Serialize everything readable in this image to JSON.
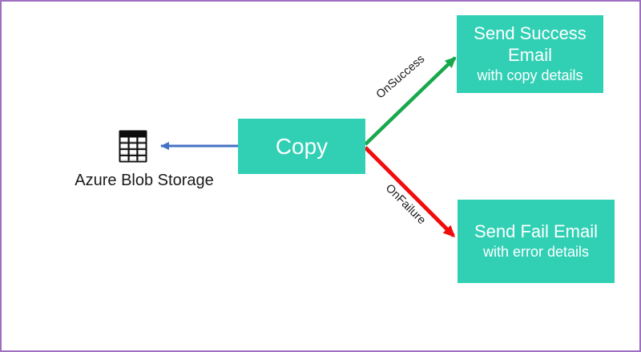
{
  "canvas": {
    "background": "#FFFFFF",
    "border_color": "#9E6FC0"
  },
  "nodes": {
    "source": {
      "label": "Azure Blob Storage",
      "icon": "table-icon"
    },
    "copy": {
      "label": "Copy"
    },
    "success_email": {
      "title": "Send Success Email",
      "subtitle": "with copy details"
    },
    "fail_email": {
      "title": "Send Fail Email",
      "subtitle": "with error details"
    }
  },
  "edges": {
    "copy_to_blob": {
      "color": "#4472C4"
    },
    "on_success": {
      "label": "OnSuccess",
      "color": "#18A84C"
    },
    "on_failure": {
      "label": "OnFailure",
      "color": "#F20D0D"
    }
  },
  "colors": {
    "node_fill": "#31D0B5",
    "node_text": "#FFFFFF",
    "label_text": "#1A1A1A"
  }
}
